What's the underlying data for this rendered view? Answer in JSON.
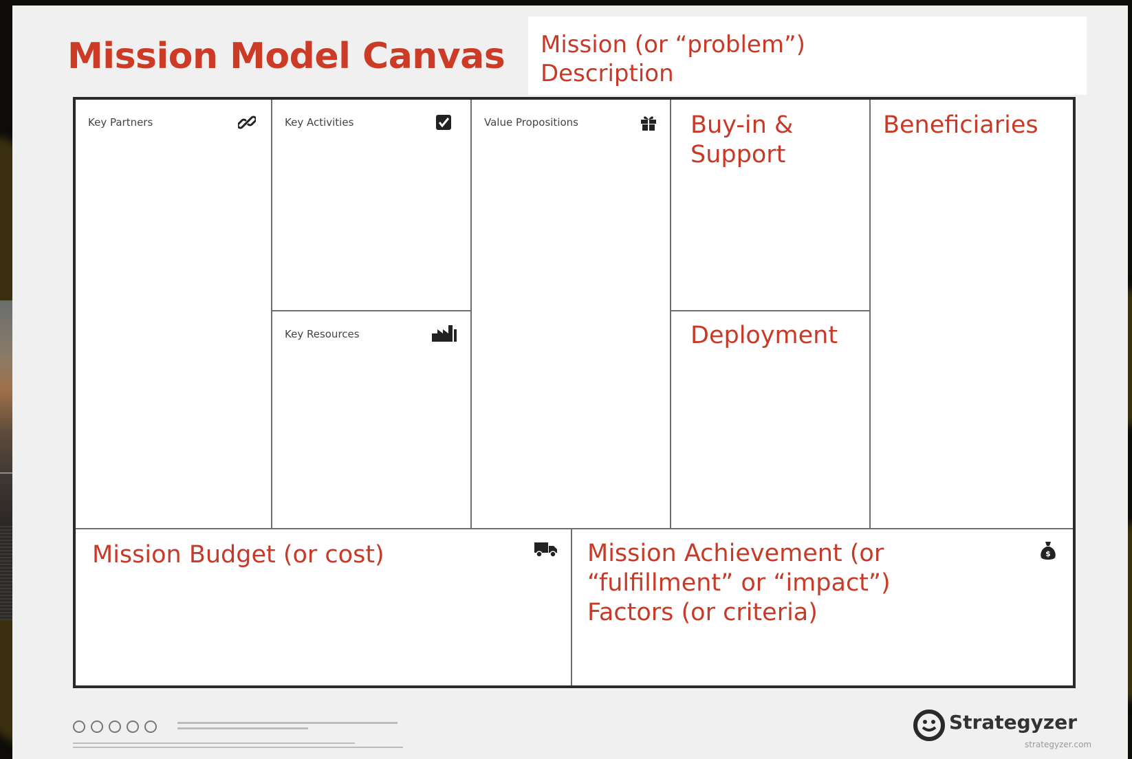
{
  "document": {
    "title": "Mission Model Canvas",
    "mission_label": "Mission (or “problem”)\nDescription"
  },
  "blocks": {
    "key_partners": {
      "label": "Key Partners",
      "icon": "link-icon"
    },
    "key_activities": {
      "label": "Key Activities",
      "icon": "checkbox-icon"
    },
    "key_resources": {
      "label": "Key Resources",
      "icon": "factory-icon"
    },
    "value_propositions": {
      "label": "Value Propositions",
      "icon": "gift-icon"
    },
    "buy_in_support": {
      "label": "Buy-in &\nSupport"
    },
    "deployment": {
      "label": "Deployment"
    },
    "beneficiaries": {
      "label": "Beneficiaries"
    },
    "mission_budget": {
      "label": "Mission Budget (or cost)",
      "icon": "truck-icon"
    },
    "mission_achievement": {
      "label": "Mission Achievement (or\n“fulfillment” or “impact”)\nFactors (or criteria)",
      "icon": "money-bag-icon"
    }
  },
  "footer": {
    "brand": "Strategyzer",
    "brand_url": "strategyzer.com"
  },
  "colors": {
    "accent_red": "#cc3b26",
    "sheet": "#f0f0f0",
    "border": "#2a2a2a"
  }
}
